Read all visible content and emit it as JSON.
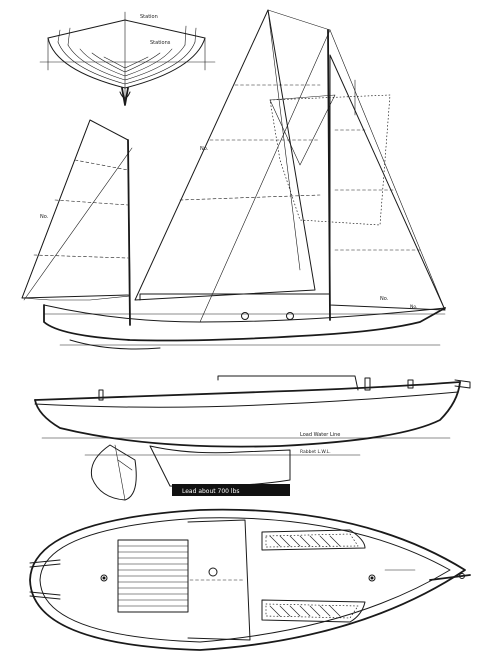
{
  "drawing": {
    "section_labels": [
      "Station",
      "Stations"
    ],
    "profile_labels": {
      "load_water_line": "Load Water Line",
      "rabbet_line": "Rabbet L.W.L.",
      "ballast_plate": "Lead about 700 lbs"
    },
    "sail_labels": [
      "No.",
      "No.",
      "No.",
      "No."
    ],
    "colors": {
      "ink": "#1a1a1a",
      "paper": "#ffffff",
      "plate_fill": "#111111"
    }
  }
}
